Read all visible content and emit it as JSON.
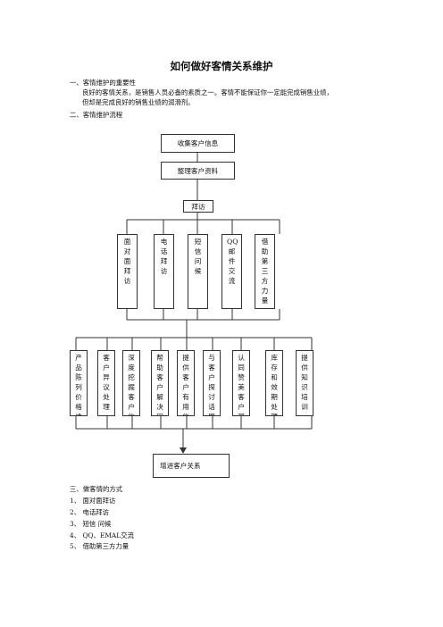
{
  "title": "如何做好客情关系维护",
  "section1": {
    "heading": "一、客情维护的重要性",
    "para1": "良好的客情关系，是销售人员必备的素质之一。客情不能保证你一定能完成销售业绩，",
    "para2": "但却是完成良好的销售业绩的润滑剂。"
  },
  "section2": {
    "heading": "二、客情维护流程"
  },
  "flow": {
    "step1": "收集客户信息",
    "step2": "整理客户资料",
    "step3": "拜访",
    "visit_methods": [
      "面对面拜访",
      "电话拜访",
      "短信问候",
      "QQ邮件交流",
      "借助第三方力量"
    ],
    "actions": [
      "产品陈列价格维护",
      "客户异议处理",
      "深度挖掘客户信息",
      "帮助客户解决困难",
      "提供客户有用信息",
      "与客户探讨话题",
      "认同赞美客户观点",
      "库存和效期处理",
      "提供知识培训"
    ],
    "final": "增进客户关系"
  },
  "section3": {
    "heading": "三、做客情的方式",
    "items": [
      "1、 面对面拜访",
      "2、 电话拜访",
      "3、 短信 问候",
      "4、 QQ、EMAL交流",
      "5、 借助第三方力量"
    ]
  }
}
